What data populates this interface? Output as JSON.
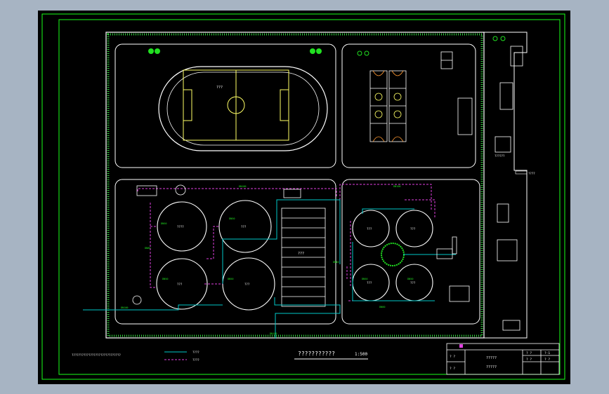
{
  "colors": {
    "viewport_bg": "#a7b4c3",
    "sheet_bg": "#000000",
    "frame": "#18ff18",
    "wall": "#ffffff",
    "hedge": "#2ed13a",
    "field": "#ffff66",
    "water_pipe": "#00c8c8",
    "sewage_pipe": "#e040e0",
    "tree": "#21e021"
  },
  "drawing": {
    "scale_text": "1:500",
    "title_text": "???????????",
    "left_note": "?????????????????????????????",
    "field_label": "???",
    "parking_label": "???",
    "building_label": "??????",
    "gate_label": "????"
  },
  "legend": {
    "items": [
      {
        "label": "????",
        "color": "#00c8c8"
      },
      {
        "label": "????",
        "color": "#e040e0"
      }
    ]
  },
  "tanks": {
    "left": [
      {
        "label": "????"
      },
      {
        "label": "???"
      },
      {
        "label": "???"
      },
      {
        "label": "???"
      }
    ],
    "right": [
      {
        "label": "???"
      },
      {
        "label": "???"
      },
      {
        "label": "???"
      },
      {
        "label": "???"
      }
    ]
  },
  "pipe_tags": {
    "tag": "DN50",
    "tag2": "DN100",
    "tag3": "DN80"
  },
  "title_block": {
    "name1": "?????",
    "name2": "?????",
    "cell_a": "? ?",
    "cell_b": "? ?",
    "cell_c": "? ?",
    "cell_d": "?-1",
    "cell_e": "? ?",
    "cell_f": "? ?"
  }
}
